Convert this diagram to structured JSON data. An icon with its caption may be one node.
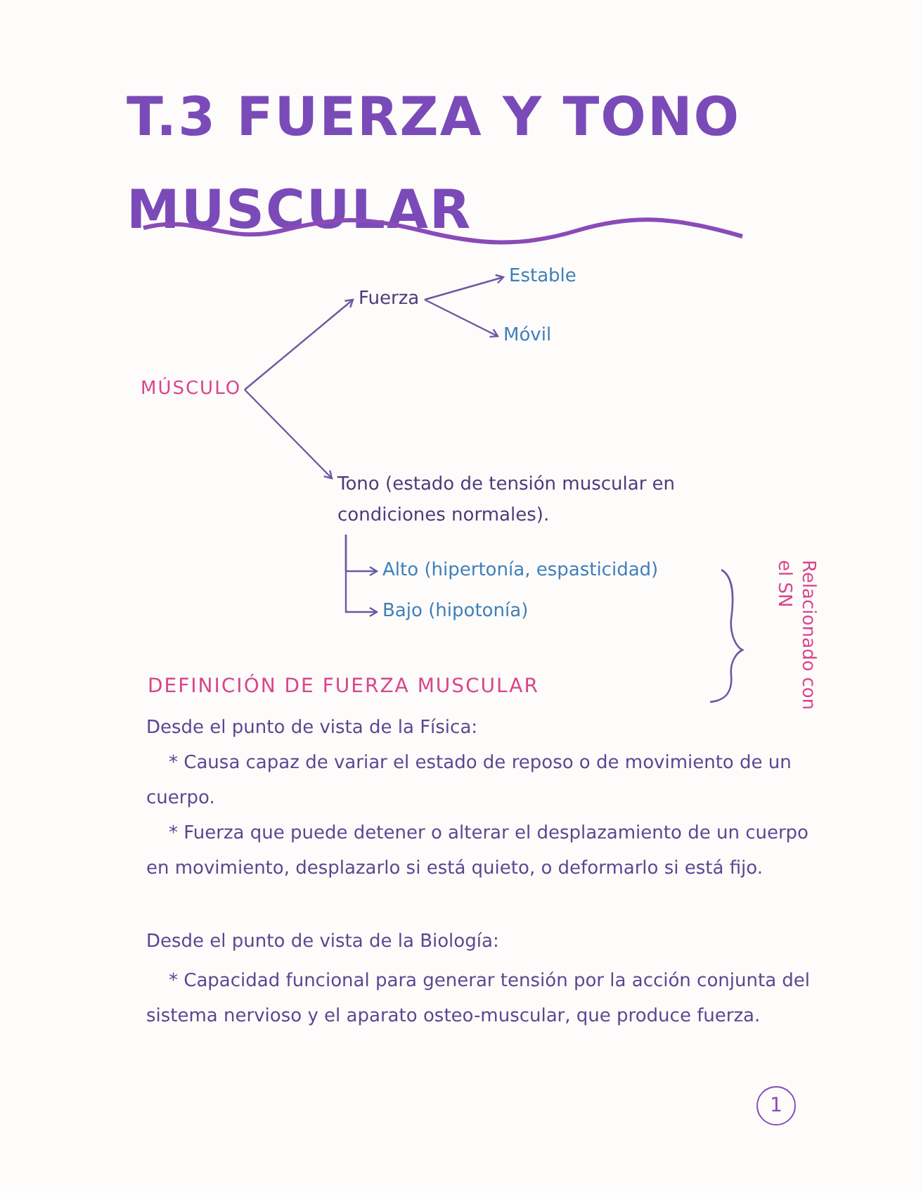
{
  "diagram": {
    "title": "T.3 FUERZA Y TONO MUSCULAR",
    "nodes": [
      {
        "text": [
          "MÚSCULO"
        ]
      },
      {
        "text": [
          "Fuerza"
        ]
      },
      {
        "text": [
          "Estable"
        ]
      },
      {
        "text": [
          "Móvil"
        ]
      },
      {
        "text": [
          "Tono (estado de tensión muscular en condiciones normales)."
        ]
      },
      {
        "text": [
          "Alto (hipertonía, espasticidad)"
        ]
      },
      {
        "text": [
          "Bajo (hipotonía)"
        ]
      }
    ],
    "edges": [
      {
        "from": 0,
        "to": 1,
        "arrow": "to"
      },
      {
        "from": 0,
        "to": 4,
        "arrow": "to"
      },
      {
        "from": 1,
        "to": 2,
        "arrow": "to"
      },
      {
        "from": 1,
        "to": 3,
        "arrow": "to"
      },
      {
        "from": 4,
        "to": 5,
        "arrow": "to"
      },
      {
        "from": 4,
        "to": 6,
        "arrow": "to"
      }
    ],
    "labels": [
      "Relacionado con el SN",
      "DEFINICIÓN DE FUERZA MUSCULAR",
      "Desde el punto de vista de la Física:",
      "* Causa capaz de variar el estado de reposo o de movimiento de un cuerpo.",
      "* Fuerza que puede detener o alterar el desplazamiento de un cuerpo en movimiento, desplazarlo si está quieto, o deformarlo si está fijo.",
      "Desde el punto de vista de la Biología:",
      "* Capacidad funcional para generar tensión por la acción conjunta del sistema nervioso y el aparato osteo-muscular, que produce fuerza.",
      "1"
    ]
  }
}
